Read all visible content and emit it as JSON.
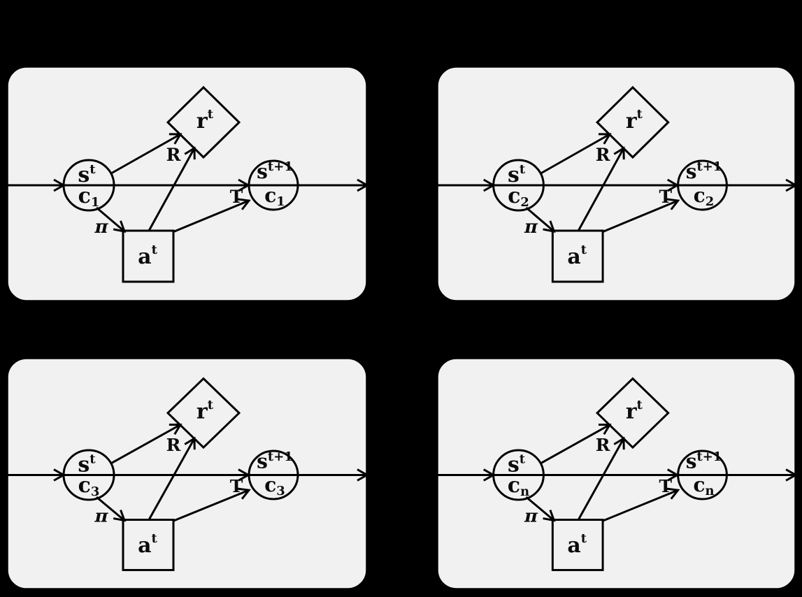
{
  "figure": {
    "description_visible_text_only": true,
    "background_color": "#000000"
  },
  "colors": {
    "panel_fill": "#f1f1f1",
    "line_color": "#000000",
    "text_color": "#0b0b0b"
  },
  "node_labels": {
    "state_main": "s",
    "state_sup": "t",
    "next_state_main": "s",
    "next_state_sup": "t+1",
    "context_main": "c",
    "action_main": "a",
    "action_sup": "t",
    "reward_main": "r",
    "reward_sup": "t"
  },
  "edge_labels": {
    "reward_function": "R",
    "transition_function": "T",
    "policy": "π"
  },
  "panels": [
    {
      "context_subscript": "1"
    },
    {
      "context_subscript": "2"
    },
    {
      "context_subscript": "3"
    },
    {
      "context_subscript": "n"
    }
  ]
}
